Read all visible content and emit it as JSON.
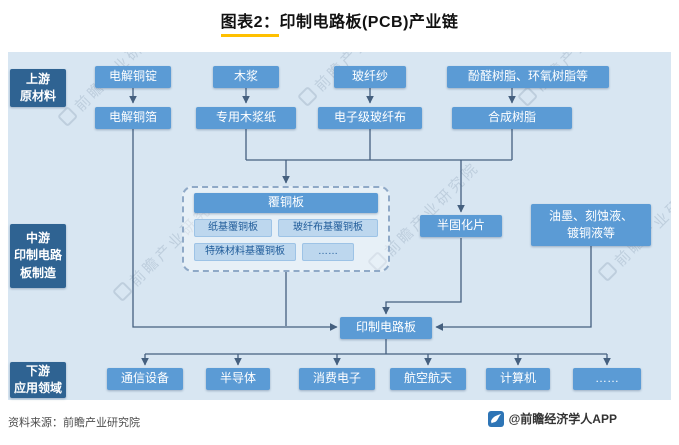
{
  "title_prefix": "图表2：",
  "title_main": "印制电路板(PCB)产业链",
  "stage_labels": {
    "upstream": "上游\n原材料",
    "midstream": "中游\n印制电路\n板制造",
    "downstream": "下游\n应用领域"
  },
  "upstream": {
    "row1": [
      "电解铜锭",
      "木浆",
      "玻纤纱",
      "酚醛树脂、环氧树脂等"
    ],
    "row2": [
      "电解铜箔",
      "专用木浆纸",
      "电子级玻纤布",
      "合成树脂"
    ]
  },
  "midstream": {
    "ccl": "覆铜板",
    "ccl_types": [
      "纸基覆铜板",
      "玻纤布基覆铜板",
      "特殊材料基覆铜板",
      "……"
    ],
    "prepreg": "半固化片",
    "auxiliary": "油墨、刻蚀液、\n镀铜液等",
    "pcb": "印制电路板"
  },
  "downstream": [
    "通信设备",
    "半导体",
    "消费电子",
    "航空航天",
    "计算机",
    "……"
  ],
  "footer": {
    "source": "资料来源：前瞻产业研究院",
    "credit": "@前瞻经济学人APP"
  },
  "watermark": "前瞻产业研究院",
  "colors": {
    "blue": "#5B9BD5",
    "dark": "#2F6392",
    "canvas": "#D8E6F2",
    "subfill": "#BDD7EE",
    "subtext": "#1F5B99",
    "line": "#45607F",
    "accent": "#FFC000",
    "dashed": "#8FA9C7"
  }
}
